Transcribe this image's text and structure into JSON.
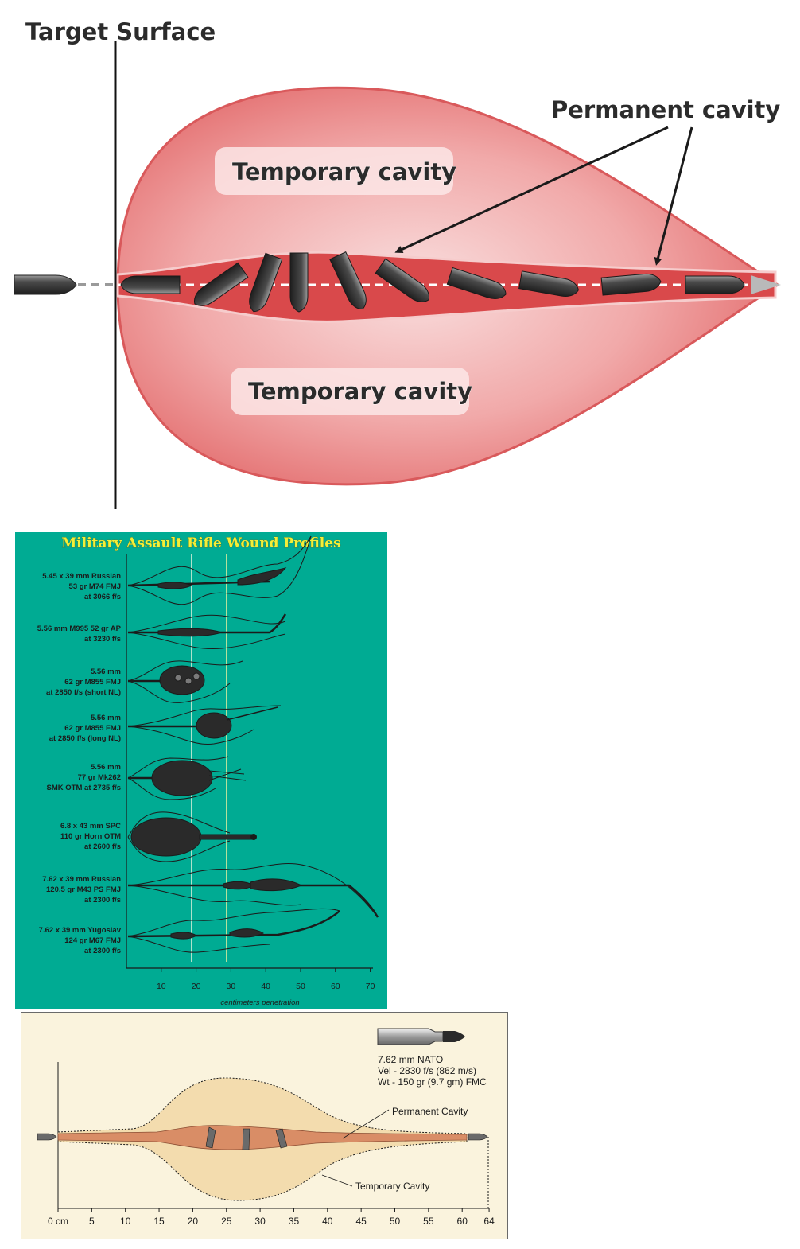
{
  "top": {
    "target_surface": "Target Surface",
    "temporary_cavity_upper": "Temporary cavity",
    "temporary_cavity_lower": "Temporary cavity",
    "permanent_cavity": "Permanent cavity",
    "colors": {
      "cavity": "#e7797a",
      "cavity_edge": "#d84a4c",
      "bullet": "#3f3f3f"
    }
  },
  "middle": {
    "title": "Military Assault Rifle Wound Profiles",
    "axis_label": "centimeters penetration",
    "ticks": [
      "10",
      "20",
      "30",
      "40",
      "50",
      "60",
      "70"
    ],
    "rounds": [
      {
        "lines": [
          "5.45 x 39 mm Russian",
          "53 gr M74 FMJ",
          "at 3066 f/s"
        ]
      },
      {
        "lines": [
          "5.56 mm M995 52 gr AP",
          "at 3230 f/s"
        ]
      },
      {
        "lines": [
          "5.56 mm",
          "62 gr M855 FMJ",
          "at 2850 f/s (short NL)"
        ]
      },
      {
        "lines": [
          "5.56 mm",
          "62 gr M855 FMJ",
          "at 2850 f/s (long NL)"
        ]
      },
      {
        "lines": [
          "5.56 mm",
          "77 gr Mk262",
          "SMK OTM at 2735 f/s"
        ]
      },
      {
        "lines": [
          "6.8 x 43 mm SPC",
          "110 gr Horn OTM",
          "at 2600 f/s"
        ]
      },
      {
        "lines": [
          "7.62 x 39 mm Russian",
          "120.5 gr M43 PS FMJ",
          "at 2300 f/s"
        ]
      },
      {
        "lines": [
          "7.62 x 39 mm Yugoslav",
          "124 gr M67 FMJ",
          "at 2300 f/s"
        ]
      }
    ],
    "colors": {
      "background": "#00ab93",
      "title": "#f2ef3a"
    }
  },
  "bottom": {
    "round_lines": [
      "7.62 mm NATO",
      "Vel - 2830 f/s (862 m/s)",
      "Wt - 150 gr (9.7 gm) FMC"
    ],
    "permanent_cavity": "Permanent Cavity",
    "temporary_cavity": "Temporary Cavity",
    "ticks": [
      "0 cm",
      "5",
      "10",
      "15",
      "20",
      "25",
      "30",
      "35",
      "40",
      "45",
      "50",
      "55",
      "60",
      "64"
    ],
    "colors": {
      "background": "#faf3dd",
      "temporary": "#f3dcae",
      "permanent": "#d98d66"
    }
  }
}
